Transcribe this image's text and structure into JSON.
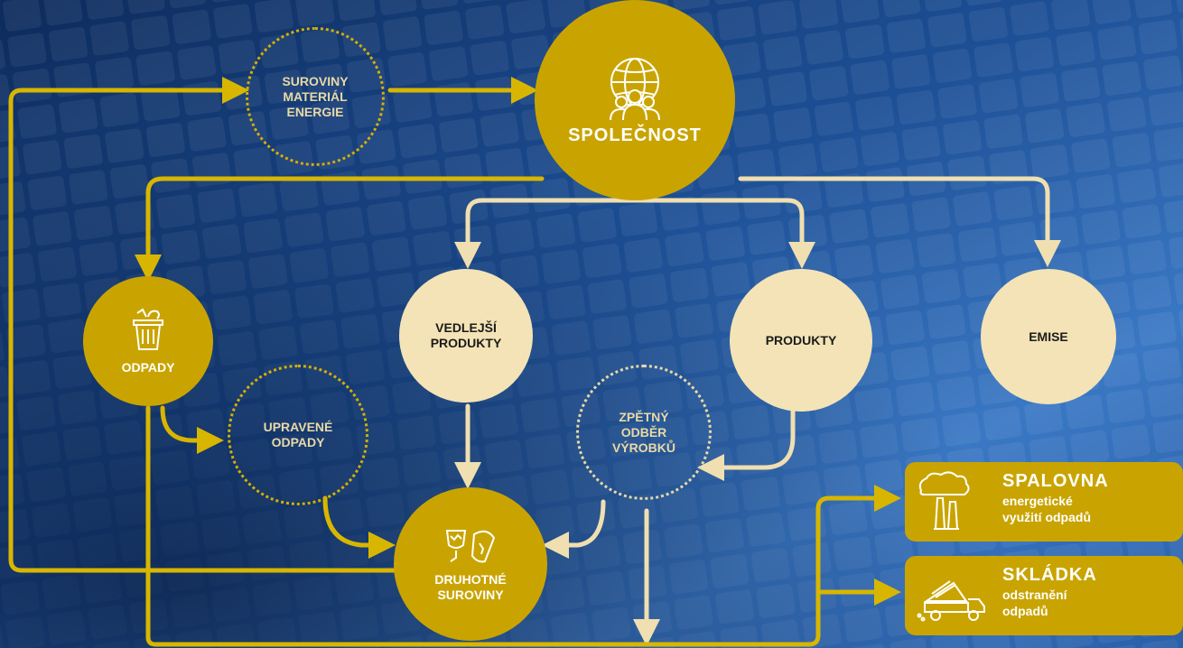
{
  "diagram": {
    "colors": {
      "gold": "#c9a400",
      "cream": "#f3e3b6",
      "arrow_gold": "#d8b600",
      "arrow_cream": "#f0dfb0",
      "background": "#1e4f93"
    },
    "nodes": {
      "inputs": {
        "lines": [
          "SUROVINY",
          "MATERIÁL",
          "ENERGIE"
        ]
      },
      "society": {
        "label": "SPOLEČNOST",
        "icon": "globe-people-icon"
      },
      "waste": {
        "label": "ODPADY",
        "icon": "trash-bin-icon"
      },
      "byproducts": {
        "lines": [
          "VEDLEJŠÍ",
          "PRODUKTY"
        ]
      },
      "products": {
        "label": "PRODUKTY"
      },
      "emissions": {
        "label": "EMISE"
      },
      "treated_waste": {
        "lines": [
          "UPRAVENÉ",
          "ODPADY"
        ]
      },
      "takeback": {
        "lines": [
          "ZPĚTNÝ",
          "ODBĚR",
          "VÝROBKŮ"
        ]
      },
      "secondary": {
        "lines": [
          "DRUHOTNÉ",
          "SUROVINY"
        ],
        "icon": "broken-glass-icon"
      }
    },
    "destinations": {
      "incinerator": {
        "title": "SPALOVNA",
        "sub": [
          "energetické",
          "využití odpadů"
        ],
        "icon": "factory-smoke-icon"
      },
      "landfill": {
        "title": "SKLÁDKA",
        "sub": [
          "odstranění",
          "odpadů"
        ],
        "icon": "dump-truck-icon"
      }
    }
  }
}
